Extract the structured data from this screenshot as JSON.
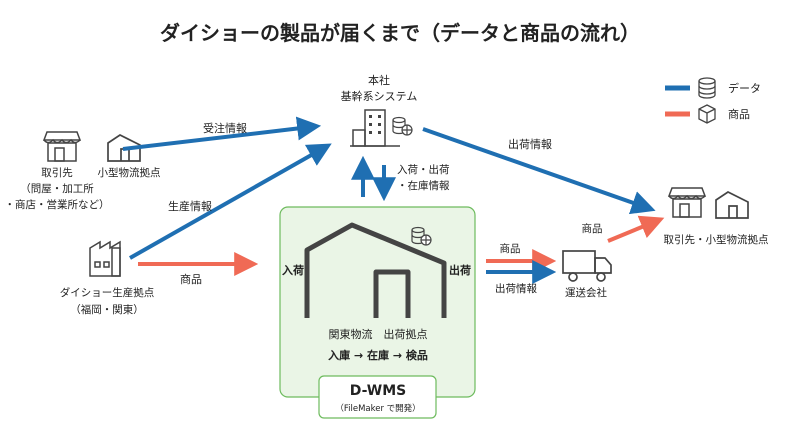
{
  "title": "ダイショーの製品が届くまで（データと商品の流れ）",
  "legend": {
    "data_label": "データ",
    "goods_label": "商品",
    "data_color": "#1f6fb2",
    "goods_color": "#f06a55"
  },
  "hq": {
    "line1": "本社",
    "line2": "基幹系システム"
  },
  "supplier": {
    "line1": "取引先",
    "line2": "（問屋・加工所",
    "line3": "・商店・営業所など）",
    "warehouse_label": "小型物流拠点"
  },
  "factory": {
    "line1": "ダイショー生産拠点",
    "line2": "（福岡・関東）"
  },
  "dwms": {
    "center_label": "関東物流　出荷拠点",
    "process": "入庫 → 在庫 → 検品",
    "name": "D-WMS",
    "sub": "（FileMaker で開発）",
    "in_label": "入荷",
    "out_label": "出荷"
  },
  "flows": {
    "order_info": "受注情報",
    "production_info": "生産情報",
    "goods_from_factory": "商品",
    "stock_info_1": "入荷・出荷",
    "stock_info_2": "・在庫情報",
    "shipping_info_hq": "出荷情報",
    "goods_to_carrier": "商品",
    "shipping_info_carrier": "出荷情報",
    "goods_to_customer": "商品"
  },
  "carrier": {
    "label": "運送会社"
  },
  "customer": {
    "label": "取引先・小型物流拠点"
  }
}
